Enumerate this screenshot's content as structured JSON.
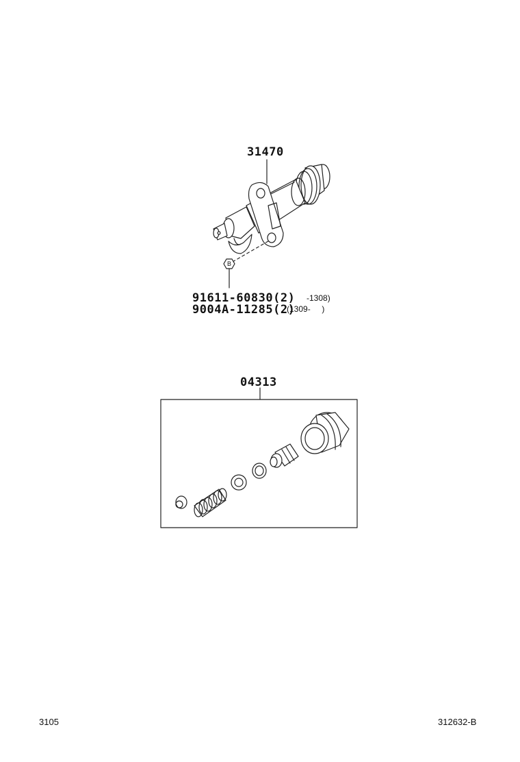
{
  "assembly": {
    "part_number": "31470",
    "bolt_marker": "B",
    "bolts": [
      {
        "part": "91611-60830",
        "qty": "(2)",
        "range": "-1308)"
      },
      {
        "part": "9004A-11285",
        "qty": "(2)",
        "range": "(1309-     )"
      }
    ]
  },
  "kit": {
    "part_number": "04313"
  },
  "footer": {
    "left_code": "3105",
    "right_code": "312632-B"
  }
}
